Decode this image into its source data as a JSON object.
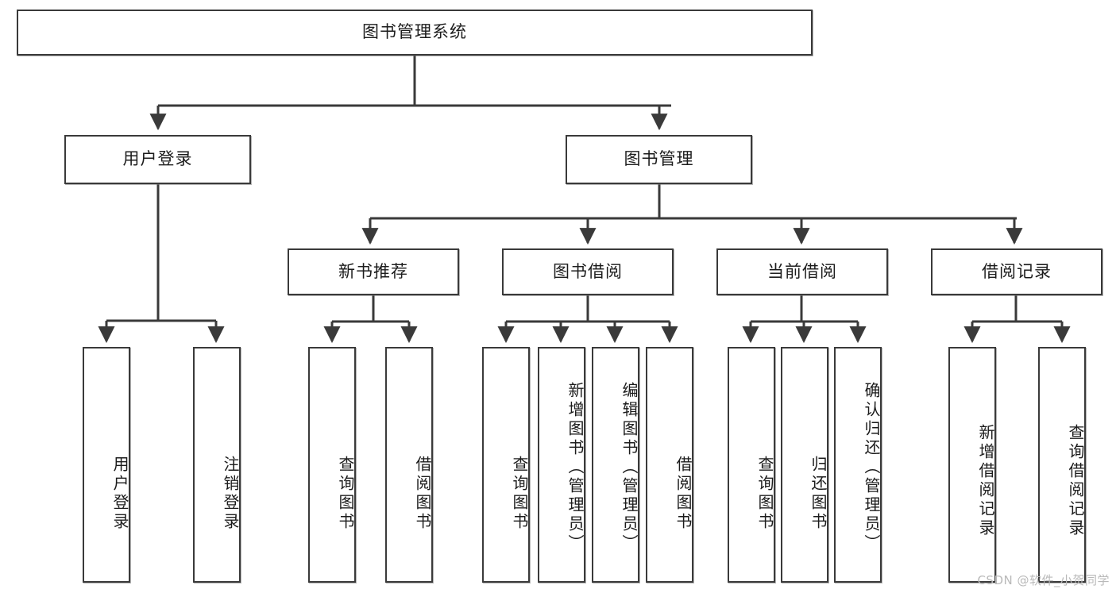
{
  "diagram": {
    "type": "tree",
    "orientation": "top-down",
    "title": "图书管理系统",
    "stroke_color": "#3a3a3a",
    "fill_color": "#ffffff",
    "text_color": "#1c1c1c",
    "levels": 4
  },
  "root": {
    "label": "图书管理系统"
  },
  "level2": [
    {
      "label": "用户登录"
    },
    {
      "label": "图书管理"
    }
  ],
  "level3": [
    {
      "label": "新书推荐"
    },
    {
      "label": "图书借阅"
    },
    {
      "label": "当前借阅"
    },
    {
      "label": "借阅记录"
    }
  ],
  "leaves": {
    "user_login": [
      {
        "label": "用户登录"
      },
      {
        "label": "注销登录"
      }
    ],
    "new_book_recommend": [
      {
        "label": "查询图书"
      },
      {
        "label": "借阅图书"
      }
    ],
    "book_borrow": [
      {
        "label": "查询图书"
      },
      {
        "label": "新增图书（管理员）"
      },
      {
        "label": "编辑图书（管理员）"
      },
      {
        "label": "借阅图书"
      }
    ],
    "current_borrow": [
      {
        "label": "查询图书"
      },
      {
        "label": "归还图书"
      },
      {
        "label": "确认归还（管理员）"
      }
    ],
    "borrow_record": [
      {
        "label": "新增借阅记录"
      },
      {
        "label": "查询借阅记录"
      }
    ]
  },
  "watermark": {
    "text": "CSDN @软件_小贺同学"
  }
}
